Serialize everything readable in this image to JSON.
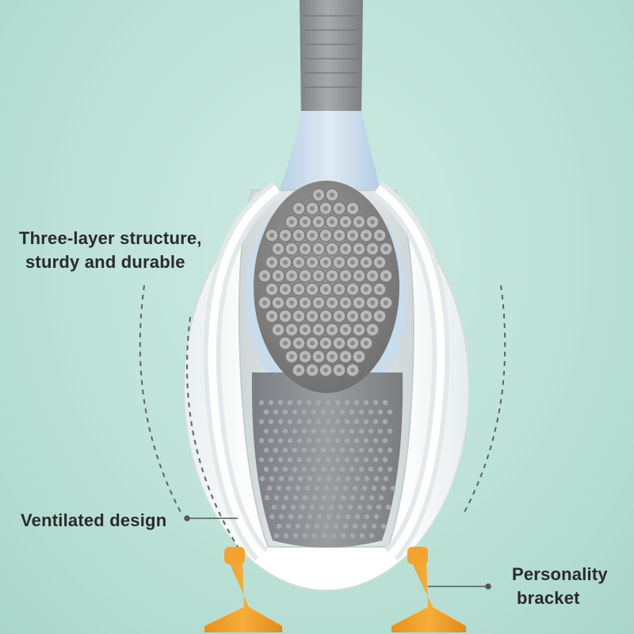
{
  "image": {
    "subject": "duck-shaped-silicone-toilet-brush",
    "colors": {
      "background": "#bde2d8",
      "holder": "#ffffff",
      "brush_head": "#8e8e8e",
      "handle": "#9a9a9a",
      "feet": "#f2a12a",
      "text": "#2a2a2a"
    }
  },
  "callouts": {
    "structure": {
      "line1": "Three-layer structure,",
      "line2": "sturdy and durable"
    },
    "ventilation": {
      "text": "Ventilated design"
    },
    "bracket": {
      "line1": "Personality",
      "line2": "bracket"
    }
  }
}
